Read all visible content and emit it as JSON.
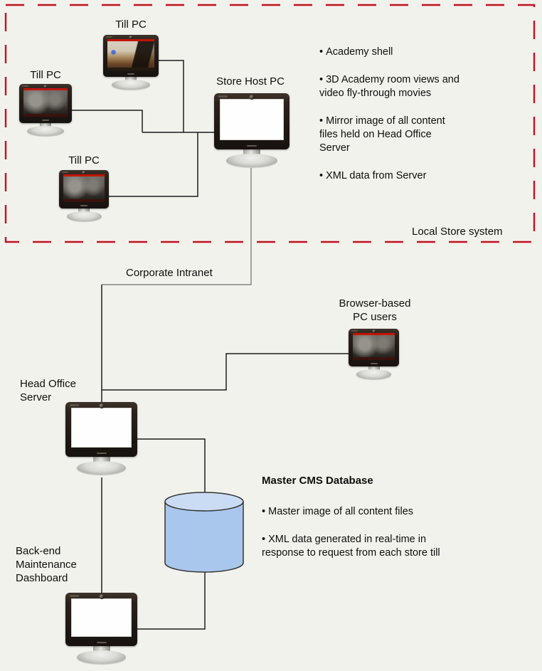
{
  "colors": {
    "background": "#f2f2ed",
    "dashed_border": "#c11220",
    "connector": "#1c1c1c",
    "connector_soft": "#6e6e6e",
    "db_body": "#a9c7ec",
    "db_top": "#cadcf4",
    "banner_red": "#c31505"
  },
  "local_store": {
    "boundary_label": "Local Store system",
    "till_top_label": "Till PC",
    "till_left_label": "Till PC",
    "till_bottom_label": "Till PC",
    "store_host_label": "Store Host PC",
    "store_host_bullets": [
      "Academy shell",
      "3D Academy room views and video fly-through movies",
      "Mirror image of all content files held on Head Office Server",
      "XML data from Server"
    ]
  },
  "network": {
    "corporate_intranet_label": "Corporate Intranet"
  },
  "head_office": {
    "server_label": "Head Office\nServer",
    "browser_users_label": "Browser-based\nPC users",
    "backend_dashboard_label": "Back-end\nMaintenance\nDashboard"
  },
  "cms_database": {
    "title": "Master CMS Database",
    "bullets": [
      "Master image of all content files",
      "XML data generated in real-time in response to request from each store till"
    ]
  },
  "icons": {
    "camera-dot": "css radial circle",
    "database-cylinder": "svg cylinder shape"
  }
}
